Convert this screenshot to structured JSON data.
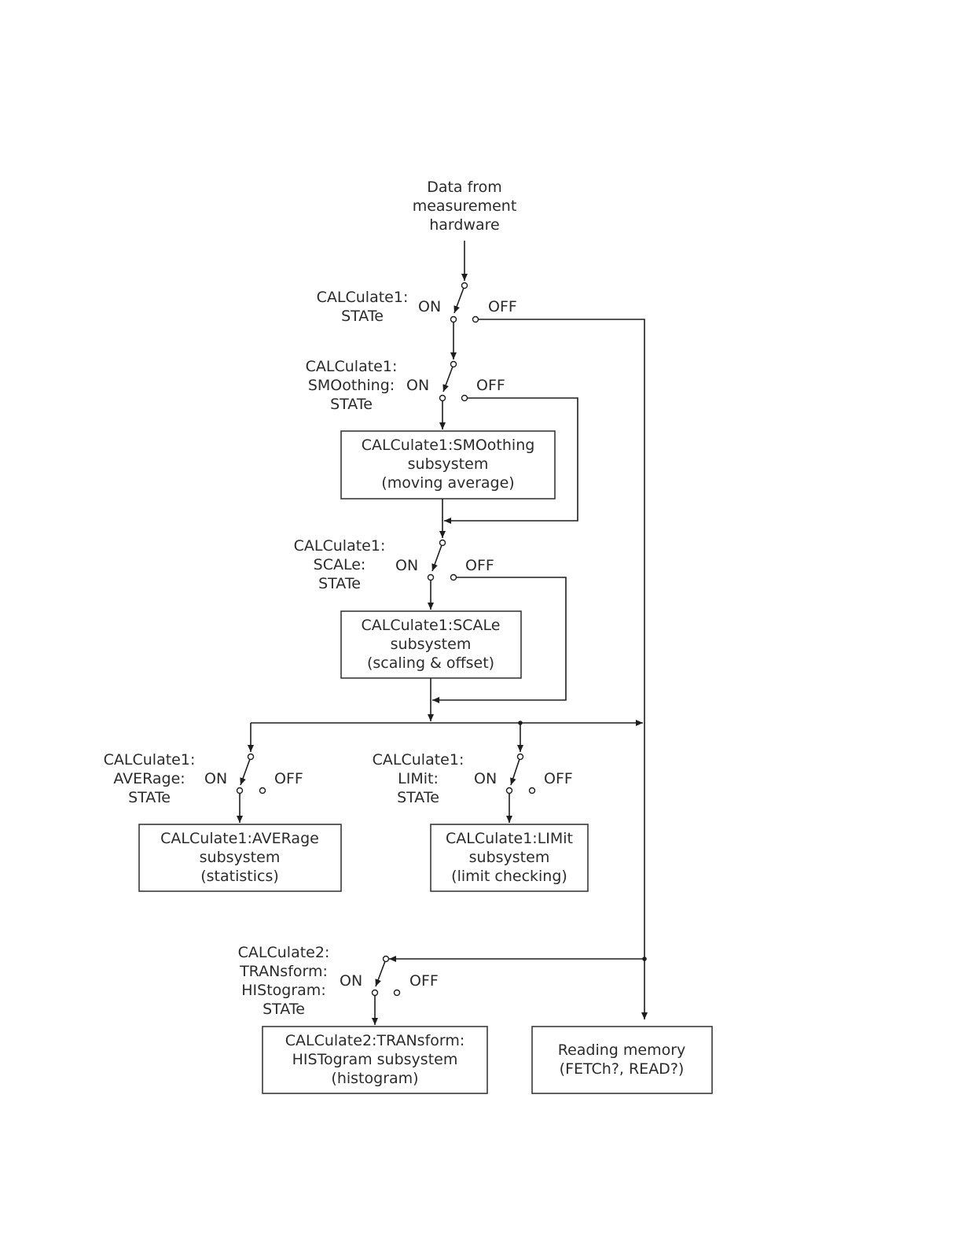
{
  "source": [
    "Data from",
    "measurement",
    "hardware"
  ],
  "switch_labels": {
    "on": "ON",
    "off": "OFF"
  },
  "switches": {
    "calc_state": [
      "CALCulate1:",
      "STATe"
    ],
    "smoothing_state": [
      "CALCulate1:",
      "SMOothing:",
      "STATe"
    ],
    "scale_state": [
      "CALCulate1:",
      "SCALe:",
      "STATe"
    ],
    "average_state": [
      "CALCulate1:",
      "AVERage:",
      "STATe"
    ],
    "limit_state": [
      "CALCulate1:",
      "LIMit:",
      "STATe"
    ],
    "histogram_state": [
      "CALCulate2:",
      "TRANsform:",
      "HIStogram:",
      "STATe"
    ]
  },
  "boxes": {
    "smoothing": [
      "CALCulate1:SMOothing",
      "subsystem",
      "(moving average)"
    ],
    "scale": [
      "CALCulate1:SCALe",
      "subsystem",
      "(scaling & offset)"
    ],
    "average": [
      "CALCulate1:AVERage",
      "subsystem",
      "(statistics)"
    ],
    "limit": [
      "CALCulate1:LIMit",
      "subsystem",
      "(limit checking)"
    ],
    "histogram": [
      "CALCulate2:TRANsform:",
      "HISTogram subsystem",
      "(histogram)"
    ],
    "memory": [
      "Reading memory",
      "(FETCh?, READ?)"
    ]
  }
}
